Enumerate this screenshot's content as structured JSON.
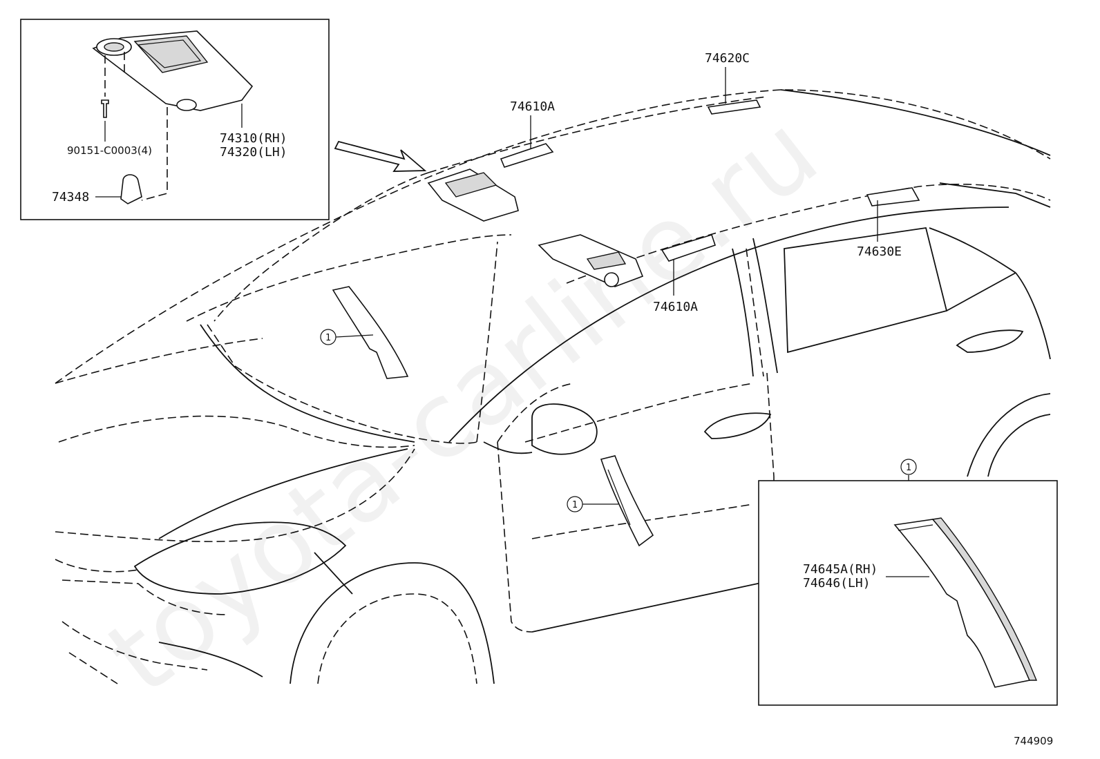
{
  "watermark": "toyota-carline.ru",
  "diagram_id": "744909",
  "callout_symbol": "1",
  "labels": {
    "p74620C": "74620C",
    "p74610A_top": "74610A",
    "p74610A_mid": "74610A",
    "p74630E": "74630E",
    "p74310": "74310(RH)",
    "p74320": "74320(LH)",
    "p90151": "90151-C0003(4)",
    "p74348": "74348",
    "p74645A": "74645A(RH)",
    "p74646": "74646(LH)"
  }
}
